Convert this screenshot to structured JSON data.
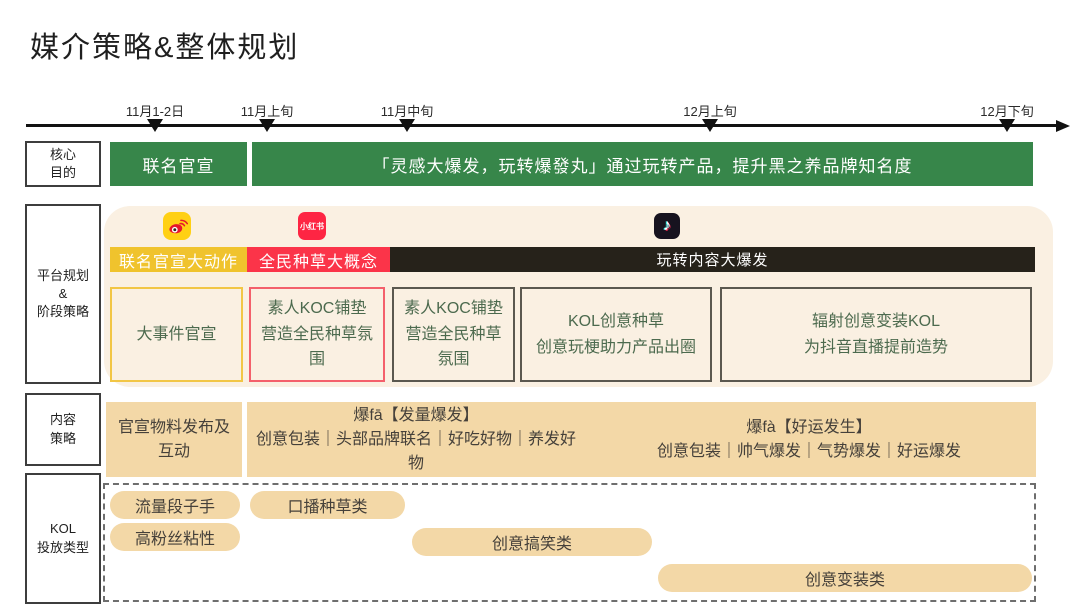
{
  "page": {
    "title": "媒介策略&整体规划"
  },
  "timeline": {
    "ticks": [
      {
        "label": "11月1-2日"
      },
      {
        "label": "11月上旬"
      },
      {
        "label": "11月中旬"
      },
      {
        "label": "12月上旬"
      },
      {
        "label": "12月下旬"
      }
    ]
  },
  "core": {
    "label_lines": [
      "核心",
      "目的"
    ],
    "bar1": "联名官宣",
    "bar2": "「灵感大爆发，玩转爆發丸」通过玩转产品，提升黑之养品牌知名度"
  },
  "platform": {
    "label_lines": [
      "平台规划",
      "&",
      "阶段策略"
    ],
    "icons": {
      "weibo": "weibo-icon",
      "xiaohongshu": {
        "name": "xiaohongshu-icon",
        "text": "小红书"
      },
      "douyin": {
        "name": "douyin-icon",
        "glyph": "♪"
      }
    },
    "phases": [
      {
        "label": "联名官宣大动作",
        "color": "#f0c32d"
      },
      {
        "label": "全民种草大概念",
        "color": "#fb3449"
      },
      {
        "label": "玩转内容大爆发",
        "color": "#26221a"
      }
    ],
    "boxes": [
      {
        "lines": [
          "大事件官宣"
        ]
      },
      {
        "lines": [
          "素人KOC铺垫",
          "营造全民种草氛",
          "围"
        ]
      },
      {
        "lines": [
          "素人KOC铺垫",
          "营造全民种草",
          "氛围"
        ]
      },
      {
        "lines": [
          "KOL创意种草",
          "创意玩梗助力产品出圈"
        ]
      },
      {
        "lines": [
          "辐射创意变装KOL",
          "为抖音直播提前造势"
        ]
      }
    ]
  },
  "content": {
    "label_lines": [
      "内容",
      "策略"
    ],
    "boxes": [
      {
        "title": "官宣物料发布及",
        "detail": "互动"
      },
      {
        "title": "爆fā【发量爆发】",
        "detail": "创意包装｜头部品牌联名｜好吃好物｜养发好物"
      },
      {
        "title": "爆fà【好运发生】",
        "detail": "创意包装｜帅气爆发｜气势爆发｜好运爆发"
      }
    ]
  },
  "kol": {
    "label_lines": [
      "KOL",
      "投放类型"
    ],
    "pills": [
      {
        "label": "流量段子手"
      },
      {
        "label": "口播种草类"
      },
      {
        "label": "高粉丝粘性"
      },
      {
        "label": "创意搞笑类"
      },
      {
        "label": "创意变装类"
      }
    ]
  },
  "colors": {
    "green_bar": "#37864a",
    "gold_strip": "#f0c32d",
    "red_strip": "#fb3449",
    "black_strip": "#26221a",
    "panel_beige": "#faf0e2",
    "tan_fill": "#f3d8a7",
    "box_border_yellow": "#f2c645",
    "box_border_pink": "#f4606b",
    "box_border_dark": "#5b584f",
    "box_text_green": "#4c6a4e",
    "weibo_yellow": "#ffd014",
    "xiaohongshu_red": "#fe2543",
    "douyin_black": "#17131f"
  }
}
